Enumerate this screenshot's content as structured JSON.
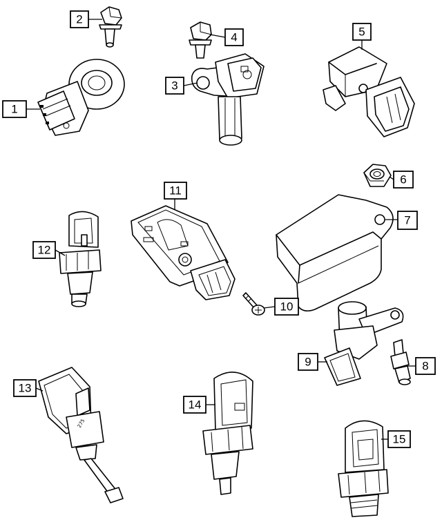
{
  "callouts": [
    {
      "id": "1",
      "label": "1"
    },
    {
      "id": "2",
      "label": "2"
    },
    {
      "id": "3",
      "label": "3"
    },
    {
      "id": "4",
      "label": "4"
    },
    {
      "id": "5",
      "label": "5"
    },
    {
      "id": "6",
      "label": "6"
    },
    {
      "id": "7",
      "label": "7"
    },
    {
      "id": "8",
      "label": "8"
    },
    {
      "id": "9",
      "label": "9"
    },
    {
      "id": "10",
      "label": "10"
    },
    {
      "id": "11",
      "label": "11"
    },
    {
      "id": "12",
      "label": "12"
    },
    {
      "id": "13",
      "label": "13"
    },
    {
      "id": "14",
      "label": "14"
    },
    {
      "id": "15",
      "label": "15"
    }
  ],
  "part_marking": "275"
}
